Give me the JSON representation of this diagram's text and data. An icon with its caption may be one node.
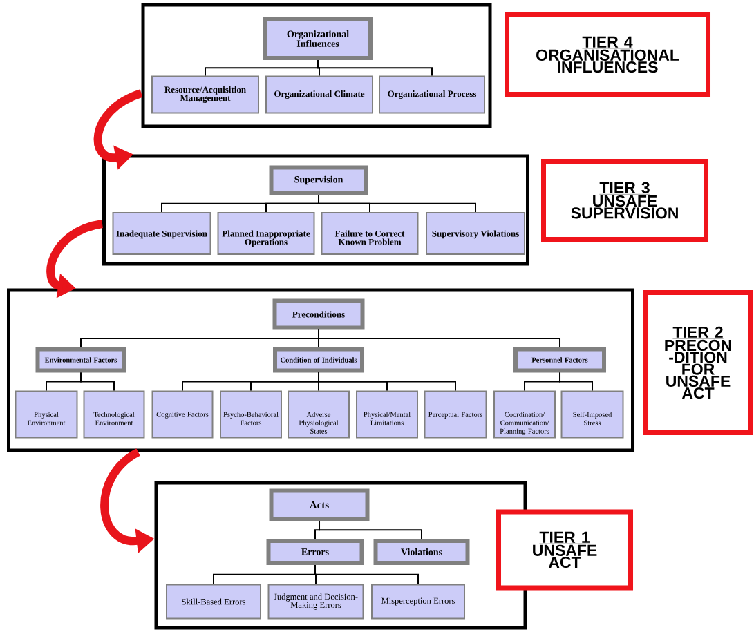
{
  "diagram": {
    "nodes": [
      {
        "text": [],
        "shape": "box"
      },
      {
        "text": [
          "Organizational Influences"
        ],
        "in": 0
      },
      {
        "text": [
          "Resource/Acquisition Management"
        ],
        "in": 0
      },
      {
        "text": [
          "Organizational Climate"
        ],
        "in": 0
      },
      {
        "text": [
          "Organizational Process"
        ],
        "in": 0
      },
      {
        "text": [
          "TIER 4",
          "ORGANISATIONAL INFLUENCES"
        ]
      },
      {
        "text": [],
        "shape": "box"
      },
      {
        "text": [
          "Supervision"
        ],
        "in": 6
      },
      {
        "text": [
          "Inadequate Supervision"
        ],
        "in": 6
      },
      {
        "text": [
          "Planned Inappropriate Operations"
        ],
        "in": 6
      },
      {
        "text": [
          "Failure to Correct Known Problem"
        ],
        "in": 6
      },
      {
        "text": [
          "Supervisory Violations"
        ],
        "in": 6
      },
      {
        "text": [
          "TIER 3",
          "UNSAFE SUPERVISION"
        ]
      },
      {
        "text": [],
        "shape": "box"
      },
      {
        "text": [
          "Preconditions"
        ],
        "in": 13
      },
      {
        "text": [
          "Environmental Factors"
        ],
        "in": 13
      },
      {
        "text": [
          "Condition of Individuals"
        ],
        "in": 13
      },
      {
        "text": [
          "Personnel Factors"
        ],
        "in": 13
      },
      {
        "text": [
          "Physical Environment"
        ],
        "in": 13
      },
      {
        "text": [
          "Technological Environment"
        ],
        "in": 13
      },
      {
        "text": [
          "Cognitive Factors"
        ],
        "in": 13
      },
      {
        "text": [
          "Psycho-Behavioral Factors"
        ],
        "in": 13
      },
      {
        "text": [
          "Adverse Physiological States"
        ],
        "in": 13
      },
      {
        "text": [
          "Physical/Mental Limitations"
        ],
        "in": 13
      },
      {
        "text": [
          "Perceptual Factors"
        ],
        "in": 13
      },
      {
        "text": [
          "Coordination/ Communication/ Planning Factors"
        ],
        "in": 13
      },
      {
        "text": [
          "Self-Imposed Stress"
        ],
        "in": 13
      },
      {
        "text": [
          "TIER 2",
          "PRECON -DITION FOR UNSAFE ACT"
        ]
      },
      {
        "text": [],
        "shape": "box"
      },
      {
        "text": [
          "Acts"
        ],
        "in": 28
      },
      {
        "text": [
          "Errors"
        ],
        "in": 28
      },
      {
        "text": [
          "Violations"
        ],
        "in": 28
      },
      {
        "text": [
          "Skill-Based Errors"
        ],
        "in": 28
      },
      {
        "text": [
          "Judgment and Decision-Making Errors"
        ],
        "in": 28
      },
      {
        "text": [
          "Misperception Errors"
        ],
        "in": 28
      },
      {
        "text": [
          "TIER 1",
          "UNSAFE ACT"
        ]
      }
    ],
    "edges": [
      {
        "from": 1,
        "to": 2,
        "arrow": "none"
      },
      {
        "from": 1,
        "to": 3,
        "arrow": "none"
      },
      {
        "from": 1,
        "to": 4,
        "arrow": "none"
      },
      {
        "from": 7,
        "to": 8,
        "arrow": "none"
      },
      {
        "from": 7,
        "to": 9,
        "arrow": "none"
      },
      {
        "from": 7,
        "to": 10,
        "arrow": "none"
      },
      {
        "from": 7,
        "to": 11,
        "arrow": "none"
      },
      {
        "from": 14,
        "to": 15,
        "arrow": "none"
      },
      {
        "from": 14,
        "to": 16,
        "arrow": "none"
      },
      {
        "from": 14,
        "to": 17,
        "arrow": "none"
      },
      {
        "from": 15,
        "to": 18,
        "arrow": "none"
      },
      {
        "from": 15,
        "to": 19,
        "arrow": "none"
      },
      {
        "from": 16,
        "to": 20,
        "arrow": "none"
      },
      {
        "from": 16,
        "to": 21,
        "arrow": "none"
      },
      {
        "from": 16,
        "to": 22,
        "arrow": "none"
      },
      {
        "from": 16,
        "to": 23,
        "arrow": "none"
      },
      {
        "from": 16,
        "to": 24,
        "arrow": "none"
      },
      {
        "from": 17,
        "to": 25,
        "arrow": "none"
      },
      {
        "from": 17,
        "to": 26,
        "arrow": "none"
      },
      {
        "from": 29,
        "to": 30,
        "arrow": "none"
      },
      {
        "from": 29,
        "to": 31,
        "arrow": "none"
      },
      {
        "from": 30,
        "to": 32,
        "arrow": "none"
      },
      {
        "from": 30,
        "to": 33,
        "arrow": "none"
      },
      {
        "from": 30,
        "to": 34,
        "arrow": "none"
      },
      {
        "from": 0,
        "to": 6,
        "arrow": "to",
        "style": "thick",
        "color": "#e8141b"
      },
      {
        "from": 6,
        "to": 13,
        "arrow": "to",
        "style": "thick",
        "color": "#e8141b"
      },
      {
        "from": 13,
        "to": 28,
        "arrow": "to",
        "style": "thick",
        "color": "#e8141b"
      }
    ]
  }
}
